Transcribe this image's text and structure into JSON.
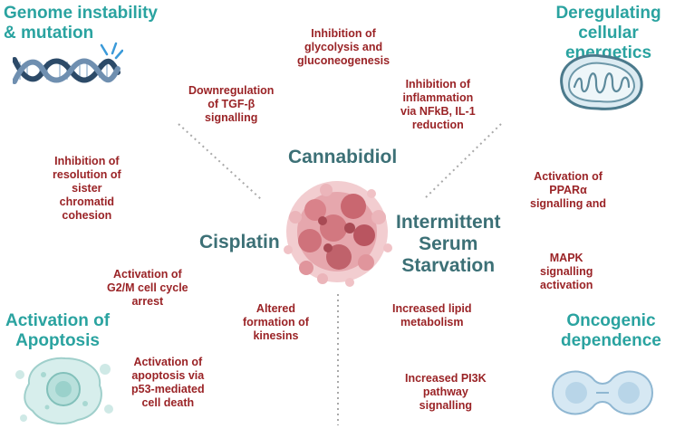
{
  "corners": {
    "top_left": "Genome instability\n& mutation",
    "top_right": "Deregulating\ncellular energetics",
    "bottom_left": "Activation of\nApoptosis",
    "bottom_right": "Oncogenic\ndependence"
  },
  "treatments": {
    "cannabidiol": "Cannabidiol",
    "cisplatin": "Cisplatin",
    "iss": "Intermittent\nSerum\nStarvation"
  },
  "effects": {
    "glycolysis": "Inhibition of\nglycolysis and\ngluconeogenesis",
    "tgfb": "Downregulation\nof TGF-β\nsignalling",
    "inflammation": "Inhibition of\ninflammation\nvia NFkB, IL-1\nreduction",
    "chromatid": "Inhibition of\nresolution of\nsister\nchromatid\ncohesion",
    "ppar": "Activation of\nPPARα\nsignalling and",
    "mapk": "MAPK\nsignalling\nactivation",
    "g2m": "Activation of\nG2/M cell cycle\narrest",
    "kinesins": "Altered\nformation of\nkinesins",
    "lipid": "Increased lipid\nmetabolism",
    "apoptosis": "Activation of\napoptosis via\np53-mediated\ncell death",
    "pi3k": "Increased PI3K\npathway\nsignalling"
  },
  "colors": {
    "corner_title": "#2aa3a0",
    "center_title": "#3c7076",
    "effect_text": "#9a2326",
    "divider": "#a9a9a9"
  }
}
